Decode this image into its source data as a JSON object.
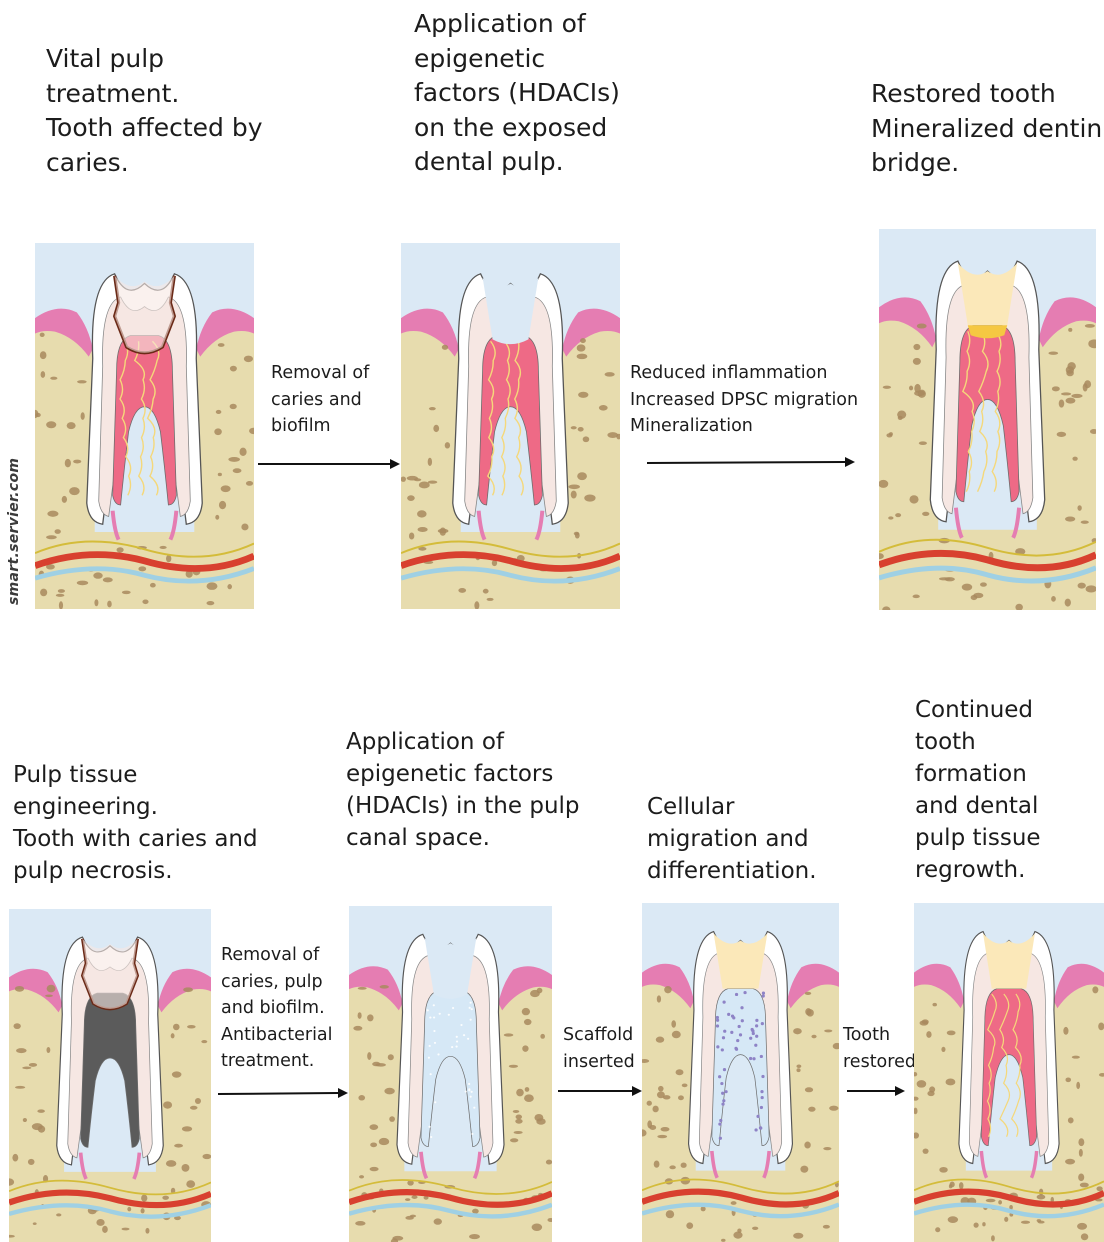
{
  "top_row": {
    "stage1_title": "Vital pulp\ntreatment.\nTooth affected by\ncaries.",
    "stage2_title": "Application of\nepigenetic\nfactors (HDACIs)\non the exposed\ndental pulp.",
    "stage3_title": "Restored tooth\nMineralized dentin\nbridge.",
    "step1_label": "Removal of\ncaries and\nbiofilm",
    "step2_label": "Reduced inflammation\nIncreased DPSC migration\nMineralization"
  },
  "bottom_row": {
    "stage1_title": "Pulp tissue\nengineering.\nTooth with caries and\npulp necrosis.",
    "stage2_title": "Application of\nepigenetic factors\n(HDACIs) in the pulp\ncanal space.",
    "stage3_title": "Cellular\nmigration and\ndifferentiation.",
    "stage4_title": "Continued\ntooth\nformation\nand dental\npulp tissue\nregrowth.",
    "step1_label": "Removal of\ncaries, pulp\nand biofilm.\nAntibacterial\ntreatment.",
    "step2_label": "Scaffold\ninserted",
    "step3_label": "Tooth\nrestored"
  },
  "watermark": "smart.servier.com",
  "colors": {
    "sky": "#dbe9f5",
    "bone": "#e7dcae",
    "bone_pore": "#a88a5e",
    "enamel": "#ffffff",
    "dentin": "#f6e7e3",
    "pulp": "#ee6a86",
    "pulp_vessel": "#f5d87a",
    "gum": "#e57db2",
    "caries": "#6b2a17",
    "necrotic": "#5b5b5b",
    "scaffold": "#d6e8f6",
    "cells": "#8e83c6",
    "restoration": "#fbe8b9",
    "dentin_bridge": "#f5c842",
    "artery": "#d8402f",
    "vein": "#9fd0e4",
    "nerve": "#d4bc3a"
  }
}
